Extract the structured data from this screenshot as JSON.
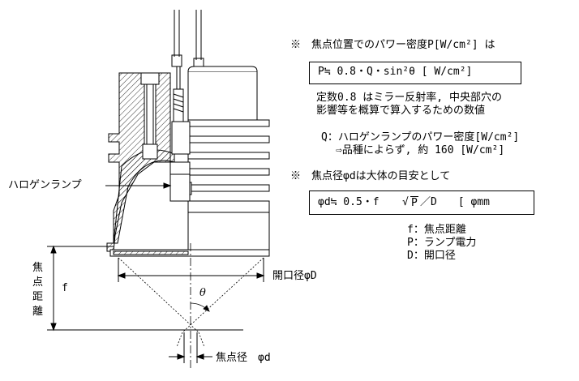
{
  "notes": {
    "focus_power_title": "※　焦点位置でのパワー密度P[W/cm²] は",
    "power_formula": "P≒ 0.8・Q・sin²θ [ W/cm²]",
    "explain_line1": "定数0.8 はミラー反射率, 中央部穴の",
    "explain_line2": "影響等を概算で算入するための数値",
    "q_line1": "Q：ハロゲンランプのパワー密度[W/cm²]",
    "q_line2": "⇨品種によらず, 約 160 [W/cm²]",
    "focus_diameter_title": "※　焦点径φdは大体の目安として",
    "diameter_formula_left": "φd≒ 0.5・f",
    "diameter_formula_root": "√",
    "diameter_formula_under": "P",
    "diameter_formula_right": "／D　　[ φmm",
    "legend_f": "f：焦点距離",
    "legend_p": "P：ランプ電力",
    "legend_d": "D：開口径"
  },
  "labels": {
    "halogen_lamp": "ハロゲンランプ",
    "aperture": "開口径φD",
    "focal_length_vertical": "焦点距離",
    "focal_length_symbol": "f",
    "theta": "θ",
    "focus_diameter": "焦点径　φd"
  }
}
